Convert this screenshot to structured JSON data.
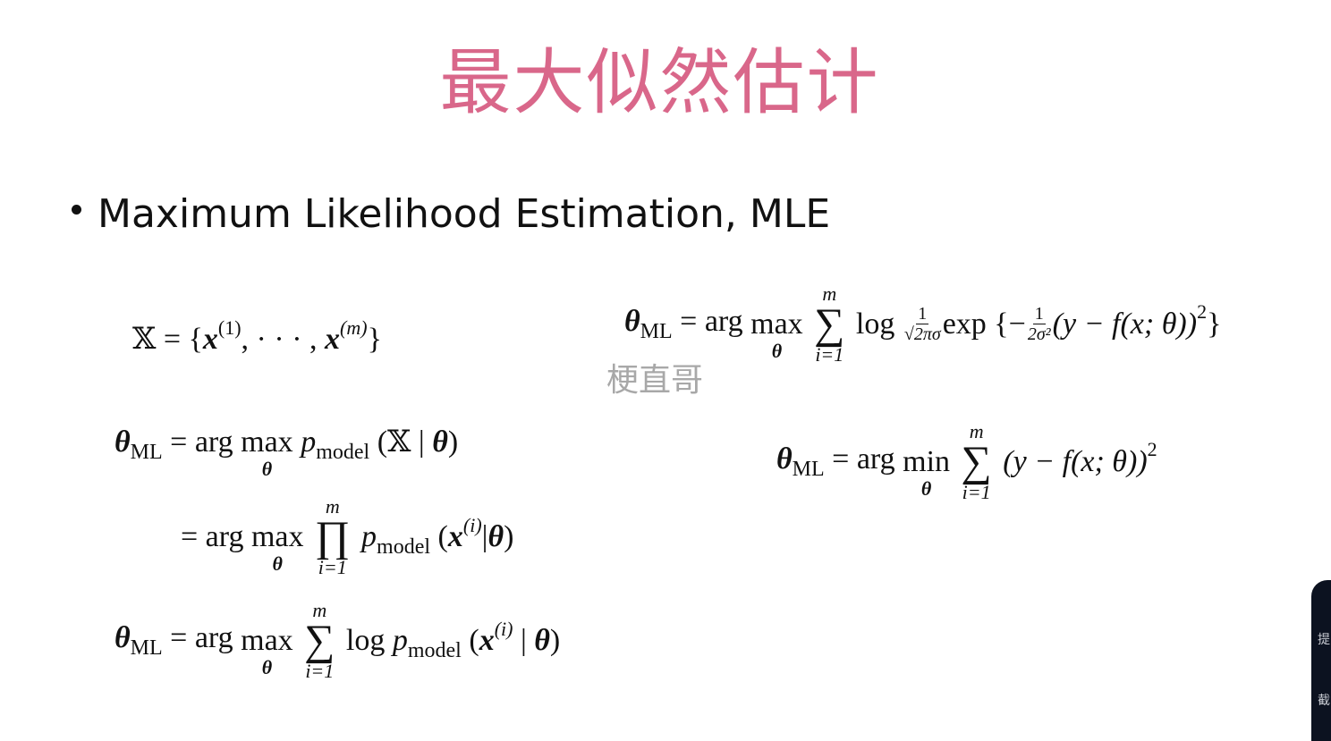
{
  "title": "最大似然估计",
  "bullet": "Maximum Likelihood Estimation, MLE",
  "watermark": "梗直哥",
  "side_panel": {
    "item1": "提",
    "item2": "截"
  },
  "formulas": {
    "dataset": {
      "lhs": "𝕏",
      "eq": " = {",
      "x": "x",
      "sup1": "(1)",
      "mid": ", · · · , ",
      "supm": "(m)",
      "close": "}"
    },
    "ml1": {
      "theta": "θ",
      "sub": "ML",
      "eq": " = arg ",
      "max": "max",
      "under": "θ",
      "p": "p",
      "model": "model",
      "args": " (𝕏 | ",
      "close": ")"
    },
    "ml2": {
      "eq": "= arg ",
      "max": "max",
      "under": "θ",
      "top": "m",
      "prod": "∏",
      "bot": "i=1",
      "p": "p",
      "model": "model",
      "open": " (",
      "x": "x",
      "sup": "(i)",
      "bar": "|",
      "close": ")"
    },
    "ml3": {
      "theta": "θ",
      "sub": "ML",
      "eq": " = arg ",
      "max": "max",
      "under": "θ",
      "top": "m",
      "sum": "∑",
      "bot": "i=1",
      "log": "log ",
      "p": "p",
      "model": "model",
      "open": " (",
      "x": "x",
      "sup": "(i)",
      "bar": " | ",
      "close": ")"
    },
    "gauss": {
      "theta": "θ",
      "sub": "ML",
      "eq": " = arg ",
      "max": "max",
      "under": "θ",
      "top": "m",
      "sum": "∑",
      "bot": "i=1",
      "log": "log ",
      "num": "1",
      "den": "√2πσ",
      "exp": "exp {−",
      "num2": "1",
      "den2": "2σ²",
      "body": "(y − f(x; θ))",
      "sq": "2",
      "close": "}"
    },
    "lsq": {
      "theta": "θ",
      "sub": "ML",
      "eq": " = arg ",
      "min": "min",
      "under": "θ",
      "top": "m",
      "sum": "∑",
      "bot": "i=1",
      "body": "(y − f(x; θ))",
      "sq": "2"
    }
  }
}
